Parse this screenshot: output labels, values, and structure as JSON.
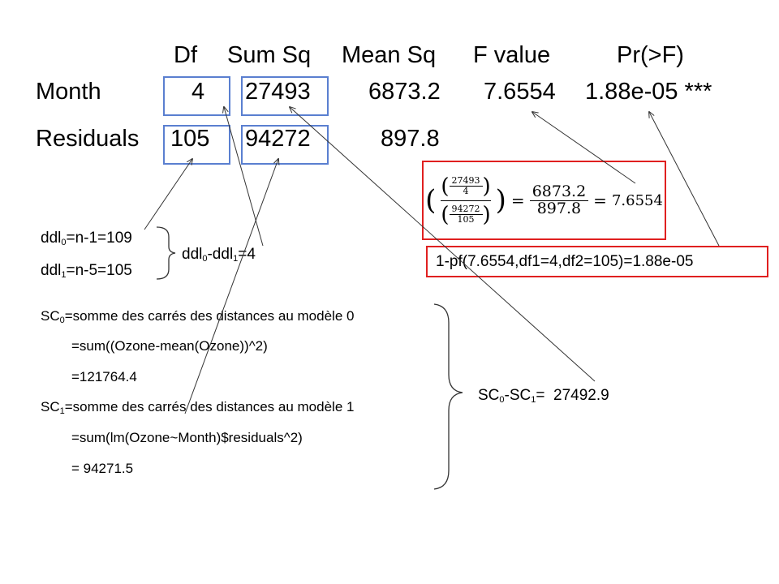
{
  "table": {
    "headers": [
      "Df",
      "Sum Sq",
      "Mean Sq",
      "F value",
      "Pr(>F)"
    ],
    "rows": [
      {
        "label": "Month",
        "df": "4",
        "sum_sq": "27493",
        "mean_sq": "6873.2",
        "f_value": "7.6554",
        "pr": "1.88e-05 ***"
      },
      {
        "label": "Residuals",
        "df": "105",
        "sum_sq": "94272",
        "mean_sq": "897.8"
      }
    ]
  },
  "f_formula": {
    "num_num": "27493",
    "num_den": "4",
    "den_num": "94272",
    "den_den": "105",
    "eq1": "=",
    "mid_num": "6873.2",
    "mid_den": "897.8",
    "eq2": "=",
    "result": "7.6554"
  },
  "pf_formula": "1-pf(7.6554,df1=4,df2=105)=1.88e-05",
  "ddl": {
    "ddl0_a": "ddl",
    "ddl0_sub": "0",
    "ddl0_b": "=n-1=109",
    "ddl1_a": "ddl",
    "ddl1_sub": "1",
    "ddl1_b": "=n-5=105",
    "diff_a": "ddl",
    "diff_sub0": "0",
    "diff_b": "-ddl",
    "diff_sub1": "1",
    "diff_c": "=4"
  },
  "sc": {
    "sc0_a": "SC",
    "sc0_sub": "0",
    "sc0_b": "=somme des carrés des distances au modèle 0",
    "sc0_line2": "=sum((Ozone-mean(Ozone))^2)",
    "sc0_line3": "=121764.4",
    "sc1_a": "SC",
    "sc1_sub": "1",
    "sc1_b": "=somme des carrés des distances au modèle 1",
    "sc1_line2": "=sum(lm(Ozone~Month)$residuals^2)",
    "sc1_line3": "= 94271.5",
    "diff_a": "SC",
    "diff_sub0": "0",
    "diff_b": "-SC",
    "diff_sub1": "1",
    "diff_c": "=  27492.9"
  },
  "colors": {
    "box_blue": "#5a7fd0",
    "box_red": "#e02020"
  }
}
